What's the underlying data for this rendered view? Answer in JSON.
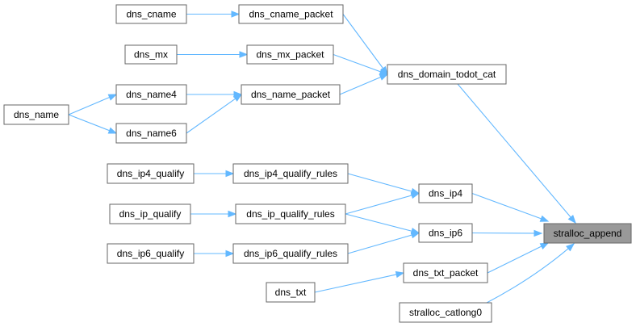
{
  "diagram": {
    "colors": {
      "edge": "#63b8ff",
      "node_border": "#666666",
      "node_fill": "#ffffff",
      "focus_fill": "#999999"
    },
    "nodes": {
      "dns_cname": "dns_cname",
      "dns_cname_packet": "dns_cname_packet",
      "dns_mx": "dns_mx",
      "dns_mx_packet": "dns_mx_packet",
      "dns_domain_todot_cat": "dns_domain_todot_cat",
      "dns_name4": "dns_name4",
      "dns_name_packet": "dns_name_packet",
      "dns_name": "dns_name",
      "dns_name6": "dns_name6",
      "dns_ip4_qualify": "dns_ip4_qualify",
      "dns_ip4_qualify_rules": "dns_ip4_qualify_rules",
      "dns_ip4": "dns_ip4",
      "dns_ip_qualify": "dns_ip_qualify",
      "dns_ip_qualify_rules": "dns_ip_qualify_rules",
      "stralloc_append": "stralloc_append",
      "dns_ip6": "dns_ip6",
      "dns_ip6_qualify": "dns_ip6_qualify",
      "dns_ip6_qualify_rules": "dns_ip6_qualify_rules",
      "dns_txt_packet": "dns_txt_packet",
      "dns_txt": "dns_txt",
      "stralloc_catlong0": "stralloc_catlong0"
    },
    "edges": [
      [
        "dns_cname",
        "dns_cname_packet"
      ],
      [
        "dns_mx",
        "dns_mx_packet"
      ],
      [
        "dns_name",
        "dns_name4"
      ],
      [
        "dns_name",
        "dns_name6"
      ],
      [
        "dns_name4",
        "dns_name_packet"
      ],
      [
        "dns_name6",
        "dns_name_packet"
      ],
      [
        "dns_cname_packet",
        "dns_domain_todot_cat"
      ],
      [
        "dns_mx_packet",
        "dns_domain_todot_cat"
      ],
      [
        "dns_name_packet",
        "dns_domain_todot_cat"
      ],
      [
        "dns_domain_todot_cat",
        "stralloc_append"
      ],
      [
        "dns_ip4_qualify",
        "dns_ip4_qualify_rules"
      ],
      [
        "dns_ip_qualify",
        "dns_ip_qualify_rules"
      ],
      [
        "dns_ip6_qualify",
        "dns_ip6_qualify_rules"
      ],
      [
        "dns_ip4_qualify_rules",
        "dns_ip4"
      ],
      [
        "dns_ip_qualify_rules",
        "dns_ip4"
      ],
      [
        "dns_ip_qualify_rules",
        "dns_ip6"
      ],
      [
        "dns_ip6_qualify_rules",
        "dns_ip6"
      ],
      [
        "dns_ip4",
        "stralloc_append"
      ],
      [
        "dns_ip6",
        "stralloc_append"
      ],
      [
        "dns_txt",
        "dns_txt_packet"
      ],
      [
        "dns_txt_packet",
        "stralloc_append"
      ],
      [
        "stralloc_catlong0",
        "stralloc_append"
      ]
    ]
  }
}
